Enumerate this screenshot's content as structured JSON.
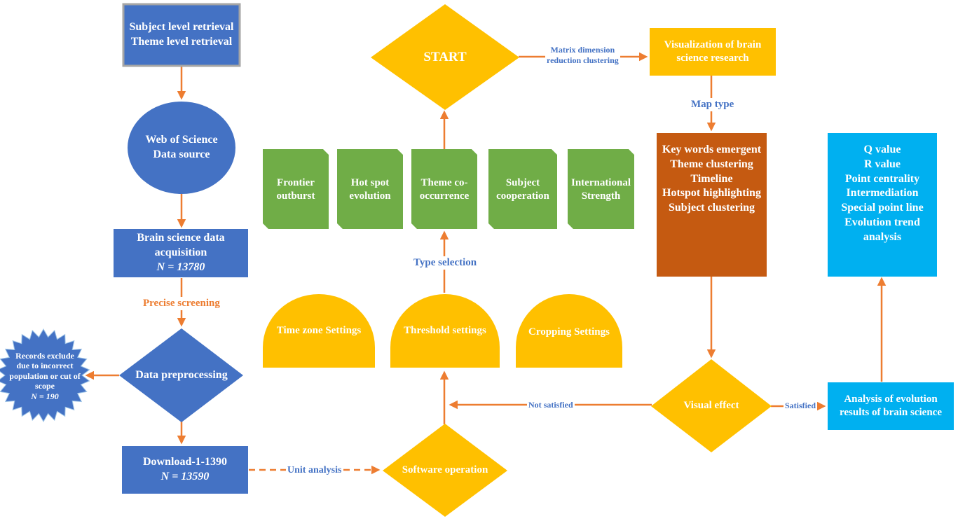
{
  "nodes": {
    "retrieval": [
      "Subject level retrieval",
      "Theme level retrieval"
    ],
    "wos": [
      "Web of Science",
      "Data source"
    ],
    "acquisition": [
      "Brain science data",
      "acquisition",
      "N = 13780"
    ],
    "excluded": [
      "Records exclude",
      "due to incorrect",
      "population or cut of",
      "scope",
      "N = 190"
    ],
    "preprocessing": "Data preprocessing",
    "download": [
      "Download-1-1390",
      "N = 13590"
    ],
    "software": "Software operation",
    "timezone": "Time zone Settings",
    "threshold": "Threshold settings",
    "cropping": "Cropping Settings",
    "start": "START",
    "types": [
      [
        "Frontier",
        "outburst"
      ],
      [
        "Hot spot",
        "evolution"
      ],
      [
        "Theme co-",
        "occurrence"
      ],
      [
        "Subject",
        "cooperation"
      ],
      [
        "International",
        "Strength"
      ]
    ],
    "visualization": [
      "Visualization of brain",
      "science research"
    ],
    "maps": [
      "Key words emergent",
      "Theme clustering",
      "Timeline",
      "Hotspot highlighting",
      "Subject clustering"
    ],
    "visual_effect": "Visual effect",
    "analysis": [
      "Analysis of evolution",
      "results of brain science"
    ],
    "metrics": [
      "Q value",
      "R value",
      "Point centrality",
      "Intermediation",
      "Special point line",
      "Evolution trend",
      "analysis"
    ]
  },
  "edges": {
    "precise_screening": "Precise screening",
    "unit_analysis": "Unit analysis",
    "type_selection": "Type selection",
    "matrix": [
      "Matrix dimension",
      "reduction clustering"
    ],
    "map_type": "Map type",
    "not_satisfied": "Not satisfied",
    "satisfied": "Satisfied"
  },
  "colors": {
    "blue": "#4472c4",
    "gold": "#ffc000",
    "green": "#70ad47",
    "rust": "#c55a11",
    "cyan": "#00b0f0",
    "arrow": "#ed7d31",
    "retrieval_border": "#a5a5a5"
  }
}
